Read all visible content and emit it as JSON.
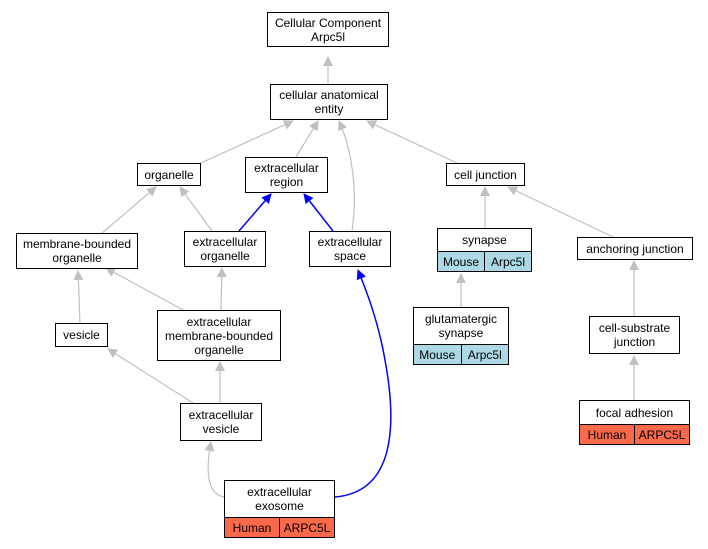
{
  "nodes": {
    "cc": {
      "line1": "Cellular Component",
      "line2": "Arpc5l"
    },
    "cae": {
      "line1": "cellular anatomical",
      "line2": "entity"
    },
    "organelle": {
      "line1": "organelle"
    },
    "ecregion": {
      "line1": "extracellular",
      "line2": "region"
    },
    "celljunction": {
      "line1": "cell junction"
    },
    "mbo": {
      "line1": "membrane-bounded",
      "line2": "organelle"
    },
    "ecorganelle": {
      "line1": "extracellular",
      "line2": "organelle"
    },
    "ecspace": {
      "line1": "extracellular",
      "line2": "space"
    },
    "synapse": {
      "line1": "synapse",
      "species": "Mouse",
      "gene": "Arpc5l"
    },
    "anchoring": {
      "line1": "anchoring junction"
    },
    "vesicle": {
      "line1": "vesicle"
    },
    "ecmbo": {
      "line1": "extracellular",
      "line2": "membrane-bounded",
      "line3": "organelle"
    },
    "glut": {
      "line1": "glutamatergic",
      "line2": "synapse",
      "species": "Mouse",
      "gene": "Arpc5l"
    },
    "csj": {
      "line1": "cell-substrate",
      "line2": "junction"
    },
    "ecvesicle": {
      "line1": "extracellular",
      "line2": "vesicle"
    },
    "focal": {
      "line1": "focal adhesion",
      "species": "Human",
      "gene": "ARPC5L"
    },
    "exosome": {
      "line1": "extracellular",
      "line2": "exosome",
      "species": "Human",
      "gene": "ARPC5L"
    }
  },
  "colors": {
    "edge_default": "#c0c0c0",
    "edge_highlight": "#0000ff",
    "mouse_fill": "#add8e6",
    "human_fill": "#fa6a4a"
  }
}
